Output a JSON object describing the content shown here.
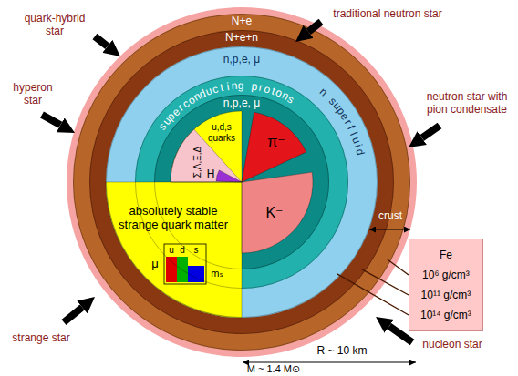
{
  "diagram": {
    "nodes": [
      {
        "text": [
          "N+e"
        ]
      },
      {
        "text": [
          "N+e+n"
        ],
        "in": 0
      },
      {
        "text": [
          "n,p,e, μ",
          "n superfluid"
        ],
        "in": 1
      },
      {
        "text": [
          "superconducting protons"
        ],
        "in": 2
      },
      {
        "text": [
          "n,p,e, μ"
        ],
        "in": 3
      },
      {
        "text": [
          "u,d,s quarks"
        ],
        "in": 4
      },
      {
        "text": [
          "Σ,Λ,Ξ,Δ"
        ],
        "in": 5
      },
      {
        "text": [
          "H"
        ],
        "in": 5
      },
      {
        "text": [
          "π⁻"
        ],
        "in": 4
      },
      {
        "text": [
          "K⁻"
        ],
        "in": 4
      },
      {
        "text": [
          "absolutely stable strange quark matter"
        ],
        "in": 1
      },
      {
        "text": [
          "Fe",
          "10⁶ g/cm³",
          "10¹¹ g/cm³",
          "10¹⁴ g/cm³"
        ]
      }
    ],
    "edges": [
      {
        "from": 11,
        "to": 0,
        "arrow": "none"
      },
      {
        "from": 11,
        "to": 1,
        "arrow": "none"
      },
      {
        "from": 11,
        "to": 2,
        "arrow": "none"
      }
    ],
    "labels": [
      "quark-hybrid star",
      "traditional neutron star",
      "hyperon star",
      "neutron star with pion condensate",
      "μ",
      "u",
      "d",
      "s",
      "mₛ",
      "crust",
      "strange star",
      "nucleon star",
      "R ~ 10 km",
      "M ~ 1.4 M⊙"
    ]
  }
}
